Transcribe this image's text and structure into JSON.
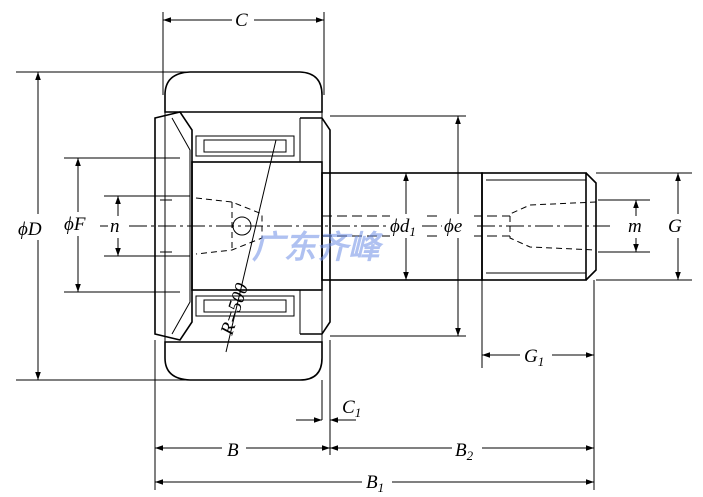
{
  "diagram": {
    "labels": {
      "C": "C",
      "phiD": "ϕD",
      "phiF": "ϕF",
      "n": "n",
      "phid1": "ϕd",
      "phid1_sub": "1",
      "phie": "ϕe",
      "m": "m",
      "G": "G",
      "G1": "G",
      "G1_sub": "1",
      "C1": "C",
      "C1_sub": "1",
      "B": "B",
      "B2": "B",
      "B2_sub": "2",
      "B1": "B",
      "B1_sub": "1",
      "R": "R=500"
    },
    "watermark": "广东齐峰",
    "colors": {
      "line": "#000000",
      "tire": "#e6e6e6",
      "watermark": "#6f8fe6"
    }
  }
}
